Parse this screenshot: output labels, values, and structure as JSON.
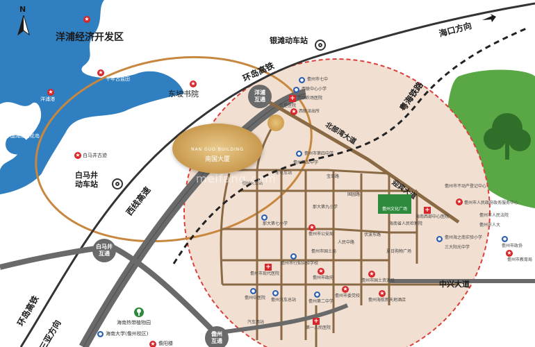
{
  "compass": {
    "label": "N"
  },
  "places": {
    "yangpu_zone": "洋浦经济开发区",
    "yangpu_port": "洋浦港",
    "qiannian_salt": "千年古盐田",
    "dongpo_academy": "东坡书院",
    "haihuadao": "中国海南海花岛",
    "baimajing_ruins": "白马井古迹",
    "baimajing_station": "白马井\n动车站",
    "yintan_station": "银滩动车站",
    "yangpu_interchange": "洋浦\n互通",
    "baimajing_interchange": "白马井\n互通",
    "danzhou_interchange": "儋州\n互通",
    "haikou_direction": "海口方向",
    "sanya_direction": "三亚方向",
    "tropical_garden": "海南热带植物园",
    "huanan_university": "海南大学(儋州校区)",
    "danyang_tower": "儋阳楼",
    "culture_square": "儋州文化广场"
  },
  "roads": {
    "ring_rail_north": "环岛高铁",
    "ring_rail_south": "环岛高铁",
    "west_expressway": "西线高速",
    "yuehai_railway": "粤海铁路",
    "beibuwan_avenue": "北部湾大道",
    "yingbin_avenue": "迎宾大道",
    "zhongxing_avenue": "中兴大道"
  },
  "project": {
    "name_en": "NAN GUO BUILDING",
    "name_cn": "南国大厦"
  },
  "pois": [
    {
      "text": "儋州市七中",
      "icon": "school-icon"
    },
    {
      "text": "西联中心小学",
      "icon": "school-icon"
    },
    {
      "text": "西联农场医院",
      "icon": "hospital-icon"
    },
    {
      "text": "农垦医院",
      "icon": "hospital-icon"
    },
    {
      "text": "西联派出所",
      "icon": "gov-icon"
    },
    {
      "text": "儋州市第四中学",
      "icon": "school-icon"
    },
    {
      "text": "儋州第五中学",
      "icon": "school-icon"
    },
    {
      "text": "军屯车站",
      "icon": "station-icon"
    },
    {
      "text": "儋州火车站",
      "icon": "station-icon"
    },
    {
      "text": "那大第七小学",
      "icon": "school-icon"
    },
    {
      "text": "那大第九小学",
      "icon": "school-icon"
    },
    {
      "text": "儋州市公安局",
      "icon": "gov-icon"
    },
    {
      "text": "儋州市国土局",
      "icon": "gov-icon"
    },
    {
      "text": "儋州市行知实验学校",
      "icon": "school-icon"
    },
    {
      "text": "儋州市政府",
      "icon": "gov-icon"
    },
    {
      "text": "儋州市国土资源局",
      "icon": "gov-icon"
    },
    {
      "text": "儋州市现代医院",
      "icon": "hospital-icon"
    },
    {
      "text": "儋州中医院",
      "icon": "hospital-icon"
    },
    {
      "text": "儋州汽车总站",
      "icon": "station-icon"
    },
    {
      "text": "儋州第二中学",
      "icon": "school-icon"
    },
    {
      "text": "儋州市委党校",
      "icon": "gov-icon"
    },
    {
      "text": "儋州海航新天地酒店",
      "icon": "hotel-icon"
    },
    {
      "text": "汽车西站",
      "icon": "station-icon"
    },
    {
      "text": "第一人民医院",
      "icon": "hospital-icon"
    },
    {
      "text": "海南西部中心医院",
      "icon": "hospital-icon"
    },
    {
      "text": "儋州市不动产登记中心",
      "icon": "gov-icon"
    },
    {
      "text": "儋州市人民政府政务服务中心",
      "icon": "gov-icon"
    },
    {
      "text": "儋州市人民法院",
      "icon": "gov-icon"
    },
    {
      "text": "儋州市人大",
      "icon": "gov-icon"
    },
    {
      "text": "儋州海之南实验小学",
      "icon": "school-icon"
    },
    {
      "text": "三大阳光中学",
      "icon": "school-icon"
    },
    {
      "text": "儋州市政协",
      "icon": "gov-icon"
    },
    {
      "text": "儋州市教育局",
      "icon": "gov-icon"
    },
    {
      "text": "夏日购物广场",
      "icon": "shop-icon"
    },
    {
      "text": "海南省人民检察院",
      "icon": "gov-icon"
    },
    {
      "text": "伏波东路",
      "icon": "road-icon"
    },
    {
      "text": "宝岛路",
      "icon": "road-icon"
    },
    {
      "text": "国园路",
      "icon": "road-icon"
    },
    {
      "text": "人民中路",
      "icon": "road-icon"
    }
  ],
  "watermark": "meifang.com",
  "colors": {
    "sea": "#2f7fc1",
    "circle": "#f1dfd1",
    "road": "#8a6a45",
    "circle_line": "#d9403b",
    "forest": "#5aa845"
  }
}
